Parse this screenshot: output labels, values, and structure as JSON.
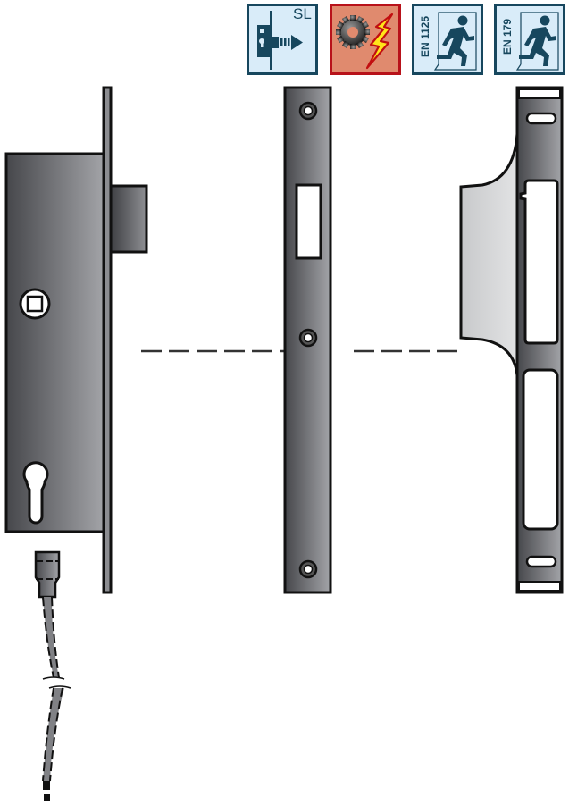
{
  "icons": [
    {
      "name": "selflocking-lock-icon",
      "label": "SL",
      "bg": "#d9ecf9",
      "border": "#17475e",
      "fg": "#17475e"
    },
    {
      "name": "motor-electric-icon",
      "label": "",
      "bg": "#e08a6e",
      "border": "#b8121a",
      "gear_color": "#444444",
      "bolt_fill": "#ffe51a",
      "bolt_stroke": "#c20e10"
    },
    {
      "name": "panic-exit-en1125-icon",
      "label": "EN 1125",
      "bg": "#d9ecf9",
      "border": "#17475e",
      "fg": "#17475e"
    },
    {
      "name": "emergency-exit-en179-icon",
      "label": "EN 179",
      "bg": "#d9ecf9",
      "border": "#17475e",
      "fg": "#17475e"
    }
  ],
  "diagram": {
    "components": [
      "mortise-lock-body",
      "lock-faceplate",
      "latch-bolt",
      "square-follower-hole",
      "euro-cylinder-cutout",
      "connection-cable",
      "flat-strike-plate",
      "angled-strike-plate"
    ],
    "colors": {
      "metal_dark": "#4a4b4f",
      "metal_light": "#9a9ba0",
      "outline": "#111111",
      "strike_lip": "#d3d4d6",
      "dash_line": "#333333"
    }
  }
}
